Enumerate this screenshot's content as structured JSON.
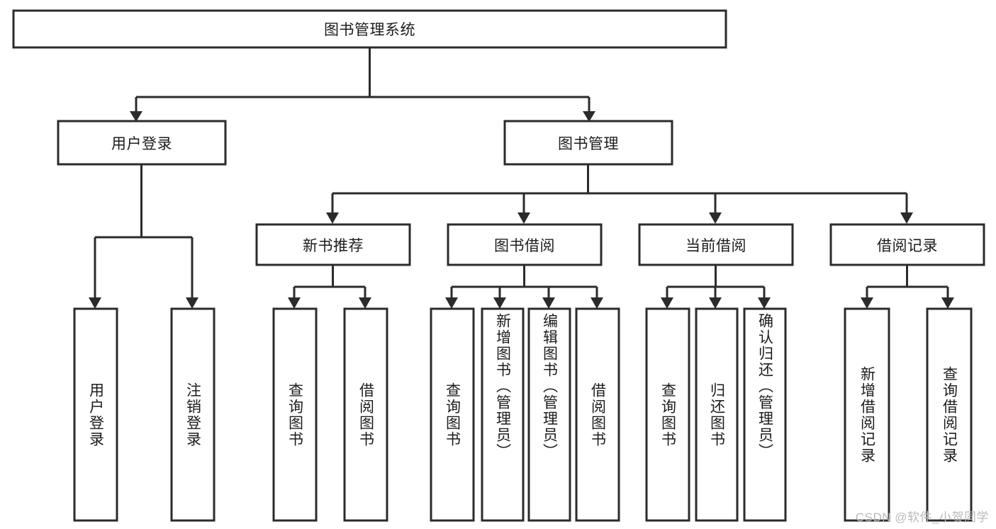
{
  "diagram": {
    "type": "tree-hierarchy-chart",
    "title": "图书管理系统",
    "stroke_color": "#2b2b2b",
    "fill_color": "#ffffff",
    "text_color": "#1c1c1c",
    "levels": [
      {
        "level": 1,
        "nodes": [
          {
            "id": "root",
            "label": "图书管理系统",
            "orientation": "horizontal"
          }
        ]
      },
      {
        "level": 2,
        "nodes": [
          {
            "id": "user-login",
            "label": "用户登录",
            "orientation": "horizontal",
            "parent": "root"
          },
          {
            "id": "book-manage",
            "label": "图书管理",
            "orientation": "horizontal",
            "parent": "root"
          }
        ]
      },
      {
        "level": 3,
        "nodes": [
          {
            "id": "new-book-rec",
            "label": "新书推荐",
            "orientation": "horizontal",
            "parent": "book-manage"
          },
          {
            "id": "book-borrow",
            "label": "图书借阅",
            "orientation": "horizontal",
            "parent": "book-manage"
          },
          {
            "id": "current-borrow",
            "label": "当前借阅",
            "orientation": "horizontal",
            "parent": "book-manage"
          },
          {
            "id": "borrow-record",
            "label": "借阅记录",
            "orientation": "horizontal",
            "parent": "book-manage"
          }
        ]
      },
      {
        "level": 4,
        "nodes": [
          {
            "id": "leaf-user-login",
            "label": "用户登录",
            "orientation": "vertical",
            "parent": "user-login"
          },
          {
            "id": "leaf-logout-login",
            "label": "注销登录",
            "orientation": "vertical",
            "parent": "user-login"
          },
          {
            "id": "leaf-query-book-1",
            "label": "查询图书",
            "orientation": "vertical",
            "parent": "new-book-rec"
          },
          {
            "id": "leaf-borrow-book-1",
            "label": "借阅图书",
            "orientation": "vertical",
            "parent": "new-book-rec"
          },
          {
            "id": "leaf-query-book-2",
            "label": "查询图书",
            "orientation": "vertical",
            "parent": "book-borrow"
          },
          {
            "id": "leaf-add-book",
            "label": "新增图书（管理员）",
            "orientation": "vertical",
            "parent": "book-borrow"
          },
          {
            "id": "leaf-edit-book",
            "label": "编辑图书（管理员）",
            "orientation": "vertical",
            "parent": "book-borrow"
          },
          {
            "id": "leaf-borrow-book-2",
            "label": "借阅图书",
            "orientation": "vertical",
            "parent": "book-borrow"
          },
          {
            "id": "leaf-query-book-3",
            "label": "查询图书",
            "orientation": "vertical",
            "parent": "current-borrow"
          },
          {
            "id": "leaf-return-book",
            "label": "归还图书",
            "orientation": "vertical",
            "parent": "current-borrow"
          },
          {
            "id": "leaf-confirm-return",
            "label": "确认归还（管理员）",
            "orientation": "vertical",
            "parent": "current-borrow"
          },
          {
            "id": "leaf-add-record",
            "label": "新增借阅记录",
            "orientation": "vertical",
            "parent": "borrow-record"
          },
          {
            "id": "leaf-query-record",
            "label": "查询借阅记录",
            "orientation": "vertical",
            "parent": "borrow-record"
          }
        ]
      }
    ]
  },
  "watermark": {
    "text": "CSDN @软件_小贺同学"
  }
}
